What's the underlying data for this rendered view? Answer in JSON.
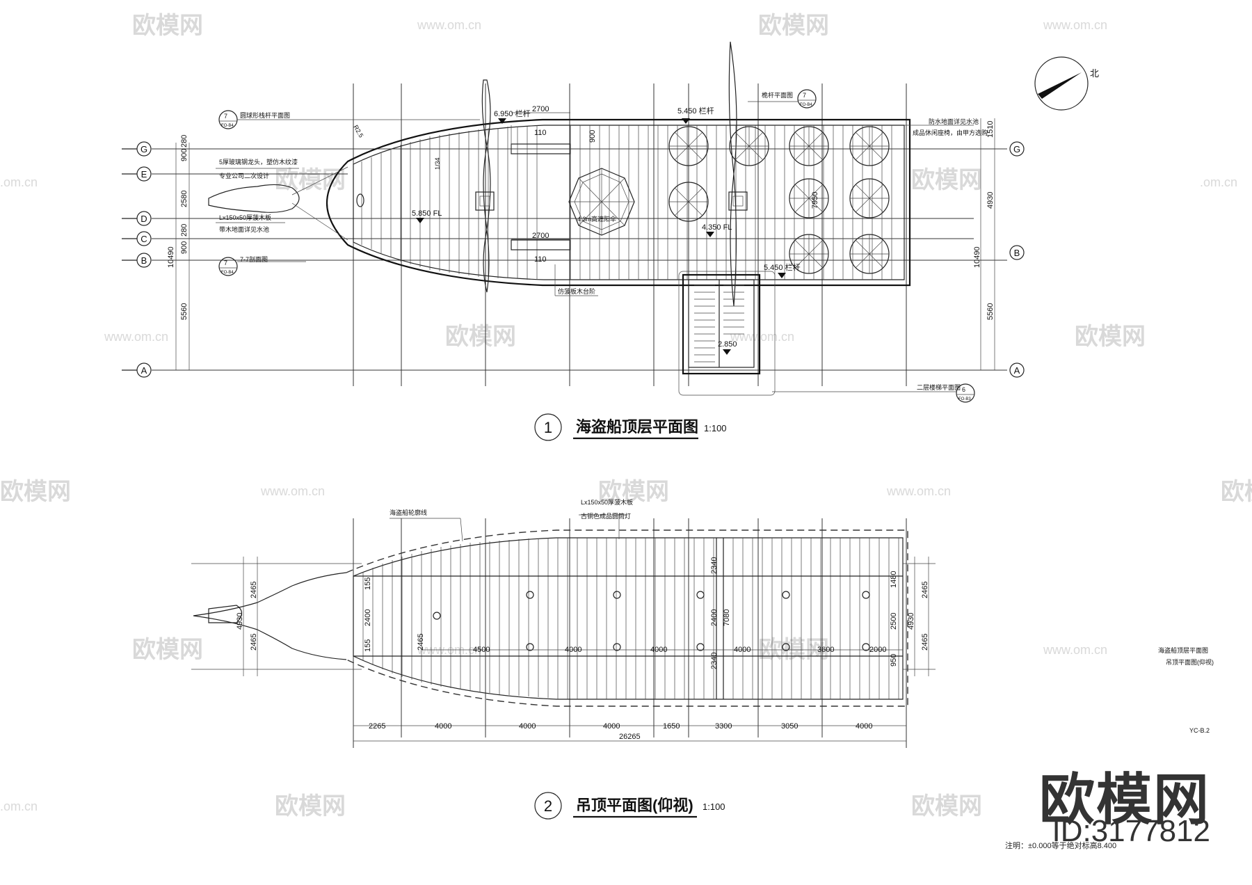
{
  "watermark": {
    "brand": "欧模网",
    "url": "www.om.cn",
    "url_short": ".om.cn"
  },
  "plan1": {
    "title": "海盗船顶层平面图",
    "number": "1",
    "scale": "1:100",
    "north": "北",
    "axes_left": [
      "G",
      "E",
      "D",
      "C",
      "B",
      "A"
    ],
    "axes_right": [
      "G",
      "B",
      "A"
    ],
    "left_dims": [
      "900",
      "280",
      "2580",
      "280",
      "900",
      "10490",
      "5560"
    ],
    "right_dims": [
      "1510",
      "4930",
      "10490",
      "5560"
    ],
    "levels": [
      "6.950 栏杆",
      "5.850 FL",
      "4.350 FL",
      "5.450 栏杆",
      "5.450 栏杆",
      "2.850"
    ],
    "dims_inner": [
      "2700",
      "2700",
      "110",
      "110",
      "900",
      "7950"
    ],
    "notes": {
      "n1": "圆球形栈杆平面图",
      "n2": "5厚玻璃钢龙头，塑仿木纹漆",
      "n3": "专业公司二次设计",
      "n4": "Lx150x50厚菠木板",
      "n5": "带木地面详见水池",
      "n6": "7-7剖面图",
      "n7": "4.3m高遮阳伞",
      "n8": "仿菠板木台阶",
      "n9": "桅杆平面图",
      "n10": "防水地面详见水池",
      "n11": "成品休闲座椅，由甲方选购",
      "n12": "二层楼梯平面图",
      "n13": "R2.5",
      "n14": "1/34"
    },
    "callouts": [
      "7",
      "7",
      "7",
      "6"
    ],
    "callout_sub": [
      "FO-B4",
      "FO-B4",
      "FO-B4",
      "FO-B3"
    ]
  },
  "plan2": {
    "title": "吊顶平面图(仰视)",
    "number": "2",
    "scale": "1:100",
    "notes": {
      "n1": "海盗船轮廓线",
      "n2": "Lx150x50厚菠木板",
      "n3": "古铜色成品圆筒灯",
      "side1": "海盗船顶层平面图",
      "side2": "吊顶平面图(仰视)",
      "sheet": "YC-B.2"
    },
    "bottom_dims": [
      "2265",
      "4000",
      "4000",
      "4000",
      "1650",
      "3300",
      "3050",
      "4000"
    ],
    "total_dim": "26265",
    "left_dims": [
      "2465",
      "4930",
      "2465"
    ],
    "right_dims": [
      "2465",
      "4930",
      "2465"
    ],
    "inner_right_dims": [
      "1480",
      "2500",
      "950"
    ],
    "inner_dims": [
      "155",
      "2400",
      "155",
      "2340",
      "2400",
      "7080",
      "2340",
      "2465"
    ],
    "span_dims": [
      "4500",
      "4000",
      "4000",
      "4000",
      "3600",
      "2000"
    ]
  },
  "brand_text": "欧模网",
  "brand_id": "ID:3177812",
  "footnote": "注明：±0.000等于绝对标高8.400"
}
